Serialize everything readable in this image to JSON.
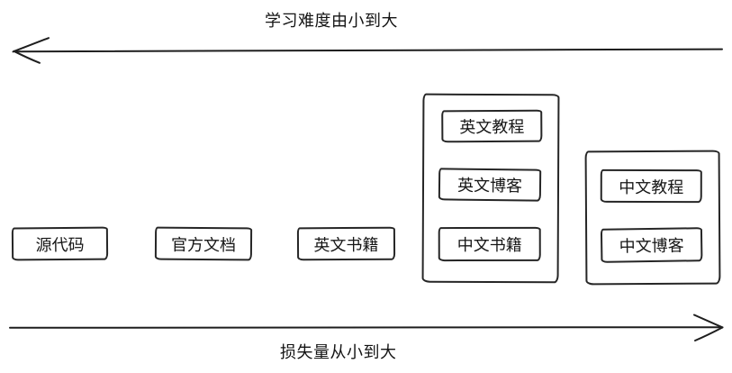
{
  "meta": {
    "background_color": "#ffffff",
    "ink_color": "#222222",
    "style": "hand-drawn sketch diagram"
  },
  "top_axis": {
    "label": "学习难度由小到大",
    "arrow_direction": "left"
  },
  "bottom_axis": {
    "label": "损失量从小到大",
    "arrow_direction": "right"
  },
  "standalone_items": [
    {
      "label": "源代码"
    },
    {
      "label": "官方文档"
    },
    {
      "label": "英文书籍"
    }
  ],
  "groups": [
    {
      "items": [
        {
          "label": "英文教程"
        },
        {
          "label": "英文博客"
        },
        {
          "label": "中文书籍"
        }
      ]
    },
    {
      "items": [
        {
          "label": "中文教程"
        },
        {
          "label": "中文博客"
        }
      ]
    }
  ]
}
